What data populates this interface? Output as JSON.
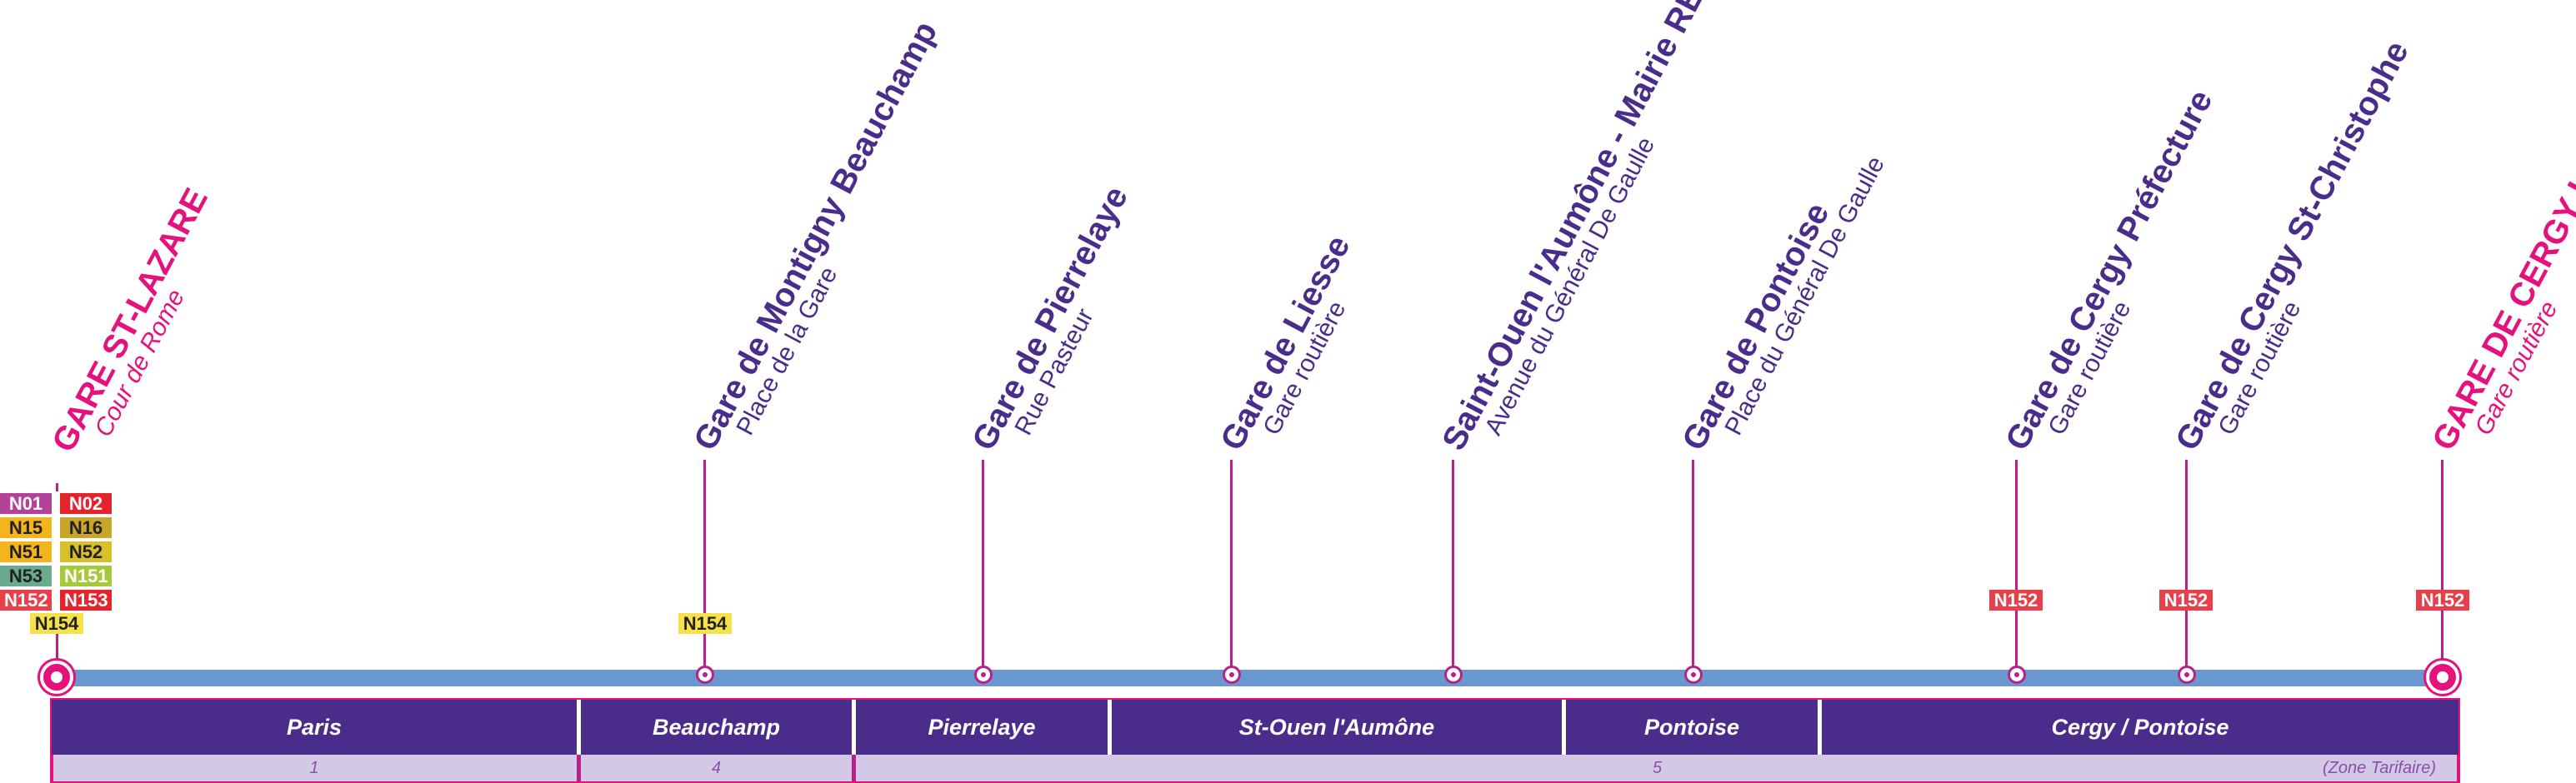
{
  "stops": [
    {
      "id": "lazare",
      "name": "GARE ST-LAZARE",
      "address": "Cour de Rome",
      "terminus": true
    },
    {
      "id": "montigny",
      "name": "Gare de Montigny Beauchamp",
      "address": "Place de la Gare",
      "terminus": false
    },
    {
      "id": "pierrelaye",
      "name": "Gare de Pierrelaye",
      "address": "Rue Pasteur",
      "terminus": false
    },
    {
      "id": "liesse",
      "name": "Gare de Liesse",
      "address": "Gare routière",
      "terminus": false
    },
    {
      "id": "stouen",
      "name": "Saint-Ouen l'Aumône - Mairie RER SNCF",
      "address": "Avenue du Général De Gaulle",
      "terminus": false
    },
    {
      "id": "pontoise",
      "name": "Gare de Pontoise",
      "address": "Place du Général De Gaulle",
      "terminus": false
    },
    {
      "id": "cergypref",
      "name": "Gare de Cergy Préfecture",
      "address": "Gare routière",
      "terminus": false
    },
    {
      "id": "cergystc",
      "name": "Gare de Cergy St-Christophe",
      "address": "Gare routière",
      "terminus": false
    },
    {
      "id": "cergyhaut",
      "name": "GARE DE CERGY LE HAUT",
      "address": "Gare routière",
      "terminus": true
    }
  ],
  "connections": {
    "lazare_left": [
      "N01",
      "N15",
      "N51",
      "N53",
      "N152"
    ],
    "lazare_right": [
      "N02",
      "N16",
      "N52",
      "N151",
      "N153"
    ],
    "lazare_bottom": "N154",
    "montigny": "N154",
    "cergypref": "N152",
    "cergystc": "N152",
    "cergyhaut": "N152"
  },
  "badge_colors": {
    "N01": {
      "bg": "#b5429a",
      "fg": "#ffffff"
    },
    "N02": {
      "bg": "#e4232b",
      "fg": "#ffffff"
    },
    "N15": {
      "bg": "#f3b51b",
      "fg": "#222222"
    },
    "N16": {
      "bg": "#c9a52a",
      "fg": "#222222"
    },
    "N51": {
      "bg": "#f3b51b",
      "fg": "#222222"
    },
    "N52": {
      "bg": "#d7c02a",
      "fg": "#222222"
    },
    "N53": {
      "bg": "#6aaa8d",
      "fg": "#222222"
    },
    "N151": {
      "bg": "#a6c93a",
      "fg": "#ffffff"
    },
    "N152": {
      "bg": "#e8404b",
      "fg": "#ffffff"
    },
    "N153": {
      "bg": "#e4232b",
      "fg": "#ffffff"
    },
    "N154": {
      "bg": "#f7e14a",
      "fg": "#222222"
    }
  },
  "zones": [
    "Paris",
    "Beauchamp",
    "Pierrelaye",
    "St-Ouen l'Aumône",
    "Pontoise",
    "Cergy / Pontoise"
  ],
  "tariff": {
    "zones": [
      "1",
      "4",
      "5"
    ],
    "note": "(Zone Tarifaire)"
  },
  "colors": {
    "line": "#6b97cf",
    "stem": "#b8218b",
    "terminus": "#e5127d",
    "station": "#4a2d8b"
  }
}
